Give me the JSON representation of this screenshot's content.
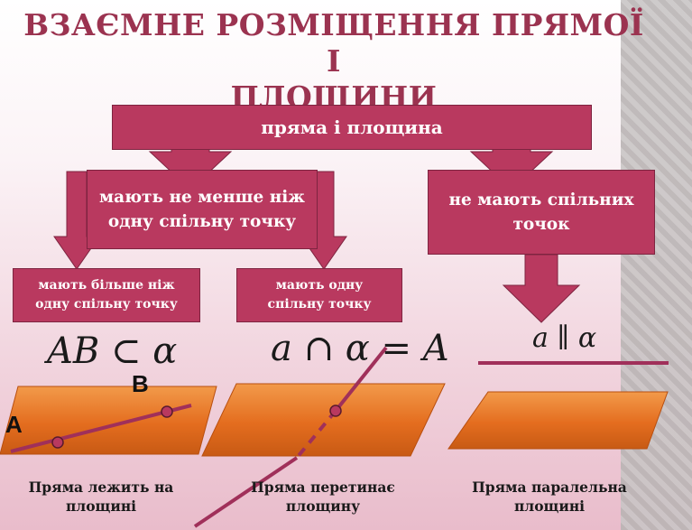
{
  "title": {
    "line1": "ВЗАЄМНЕ РОЗМІЩЕННЯ ПРЯМОЇ І",
    "line2": "ПЛОЩИНИ"
  },
  "boxes": {
    "main": "пряма і площина",
    "common_line1": "мають не менше ніж",
    "common_line2": "одну спільну точку",
    "no_common_line1": "не мають спільних",
    "no_common_line2": "точок",
    "more_line1": "мають більше ніж",
    "more_line2": "одну спільну точку",
    "one_line1": "мають одну",
    "one_line2": "спільну точку"
  },
  "formulas": {
    "lies": "AB ⊂ α",
    "intersects": "a ∩ α = A",
    "parallel": "a ∥ α"
  },
  "points": {
    "A": "A",
    "B": "B"
  },
  "captions": {
    "lies_line1": "Пряма лежить на",
    "lies_line2": "площині",
    "intersects_line1": "Пряма перетинає",
    "intersects_line2": "площину",
    "parallel_line1": "Пряма паралельна",
    "parallel_line2": "площині"
  },
  "colors": {
    "box_fill": "#b9395f",
    "title": "#9b3350",
    "plane_orange": "#e8772a",
    "line_color": "#a0305a"
  }
}
